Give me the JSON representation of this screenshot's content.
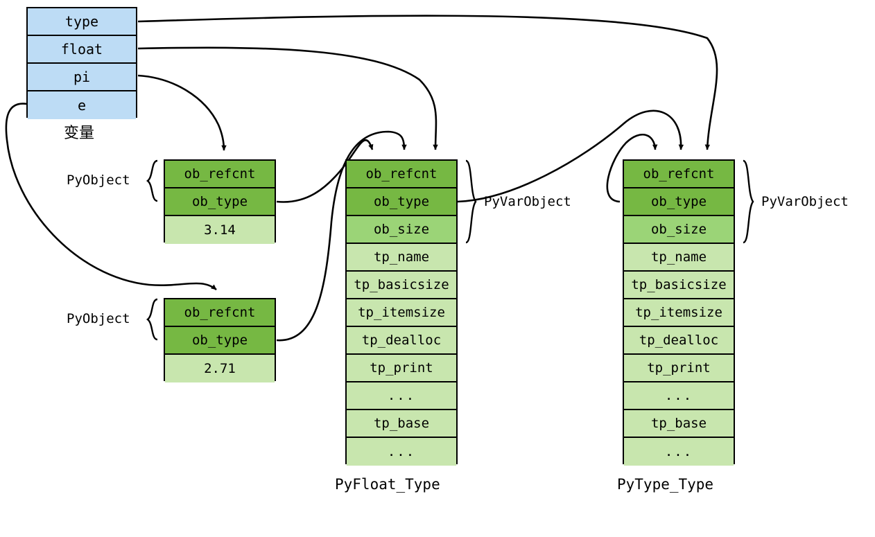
{
  "diagram": {
    "title": "CPython object model: variables, PyObject instances and type objects",
    "colors": {
      "variable_fill": "#bddcf5",
      "header_fill": "#76b843",
      "obsize_fill": "#9bd477",
      "body_fill": "#c8e6ae",
      "stroke": "#000000"
    }
  },
  "variables": {
    "caption": "变量",
    "rows": [
      {
        "label": "type"
      },
      {
        "label": "float"
      },
      {
        "label": "pi"
      },
      {
        "label": "e"
      }
    ]
  },
  "pyobjects": [
    {
      "brace_label": "PyObject",
      "rows": [
        {
          "label": "ob_refcnt",
          "shade": "header"
        },
        {
          "label": "ob_type",
          "shade": "header"
        },
        {
          "label": "3.14",
          "shade": "body"
        }
      ]
    },
    {
      "brace_label": "PyObject",
      "rows": [
        {
          "label": "ob_refcnt",
          "shade": "header"
        },
        {
          "label": "ob_type",
          "shade": "header"
        },
        {
          "label": "2.71",
          "shade": "body"
        }
      ]
    }
  ],
  "typeobjects": [
    {
      "caption": "PyFloat_Type",
      "brace_label": "PyVarObject",
      "rows": [
        {
          "label": "ob_refcnt",
          "shade": "header"
        },
        {
          "label": "ob_type",
          "shade": "header"
        },
        {
          "label": "ob_size",
          "shade": "obsize"
        },
        {
          "label": "tp_name",
          "shade": "body"
        },
        {
          "label": "tp_basicsize",
          "shade": "body"
        },
        {
          "label": "tp_itemsize",
          "shade": "body"
        },
        {
          "label": "tp_dealloc",
          "shade": "body"
        },
        {
          "label": "tp_print",
          "shade": "body"
        },
        {
          "label": "...",
          "shade": "body"
        },
        {
          "label": "tp_base",
          "shade": "body"
        },
        {
          "label": "...",
          "shade": "body"
        }
      ]
    },
    {
      "caption": "PyType_Type",
      "brace_label": "PyVarObject",
      "rows": [
        {
          "label": "ob_refcnt",
          "shade": "header"
        },
        {
          "label": "ob_type",
          "shade": "header"
        },
        {
          "label": "ob_size",
          "shade": "obsize"
        },
        {
          "label": "tp_name",
          "shade": "body"
        },
        {
          "label": "tp_basicsize",
          "shade": "body"
        },
        {
          "label": "tp_itemsize",
          "shade": "body"
        },
        {
          "label": "tp_dealloc",
          "shade": "body"
        },
        {
          "label": "tp_print",
          "shade": "body"
        },
        {
          "label": "...",
          "shade": "body"
        },
        {
          "label": "tp_base",
          "shade": "body"
        },
        {
          "label": "...",
          "shade": "body"
        }
      ]
    }
  ],
  "edges": [
    {
      "name": "type-to-pytype",
      "from": "variables.type",
      "to": "PyType_Type.header"
    },
    {
      "name": "float-to-pyfloat",
      "from": "variables.float",
      "to": "PyFloat_Type.header"
    },
    {
      "name": "pi-to-pyobject-314",
      "from": "variables.pi",
      "to": "PyObject(3.14).ob_refcnt"
    },
    {
      "name": "e-to-pyobject-271",
      "from": "variables.e",
      "to": "PyObject(2.71).ob_refcnt"
    },
    {
      "name": "obtype314-to-pyfloat",
      "from": "PyObject(3.14).ob_type",
      "to": "PyFloat_Type.header"
    },
    {
      "name": "obtype271-to-pyfloat",
      "from": "PyObject(2.71).ob_type",
      "to": "PyFloat_Type.header"
    },
    {
      "name": "pyfloat-obtype-to-pytype",
      "from": "PyFloat_Type.ob_type",
      "to": "PyType_Type.header"
    },
    {
      "name": "pytype-obtype-self-loop",
      "from": "PyType_Type.ob_type",
      "to": "PyType_Type.header"
    }
  ]
}
